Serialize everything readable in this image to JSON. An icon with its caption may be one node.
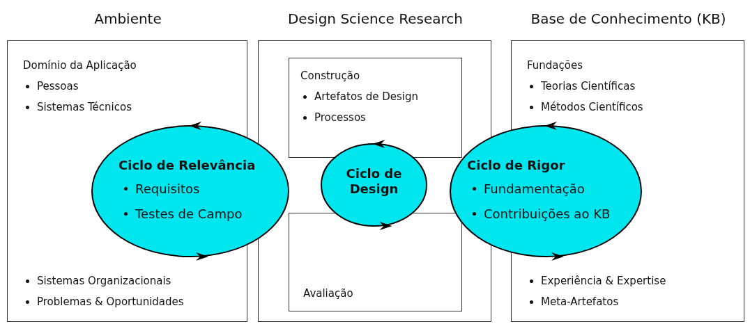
{
  "diagram": {
    "nodes": [
      {
        "text": [
          "Ambiente",
          "Domínio da Aplicação",
          "Pessoas",
          "Sistemas Técnicos",
          "Sistemas Organizacionais",
          "Problemas & Oportunidades"
        ]
      },
      {
        "text": [
          "Design Science Research"
        ]
      },
      {
        "text": [
          "Construção",
          "Artefatos de Design",
          "Processos"
        ],
        "in": 1
      },
      {
        "text": [
          "Avaliação"
        ],
        "in": 1
      },
      {
        "text": [
          "Base de Conhecimento (KB)",
          "Fundações",
          "Teorias Científicas",
          "Métodos Científicos",
          "Experiência & Expertise",
          "Meta-Artefatos"
        ]
      },
      {
        "text": [
          "Ciclo de Relevância",
          "Requisitos",
          "Testes de Campo"
        ]
      },
      {
        "text": [
          "Ciclo de Design"
        ],
        "in": 1
      },
      {
        "text": [
          "Ciclo de Rigor",
          "Fundamentação",
          "Contribuições ao KB"
        ]
      }
    ]
  }
}
